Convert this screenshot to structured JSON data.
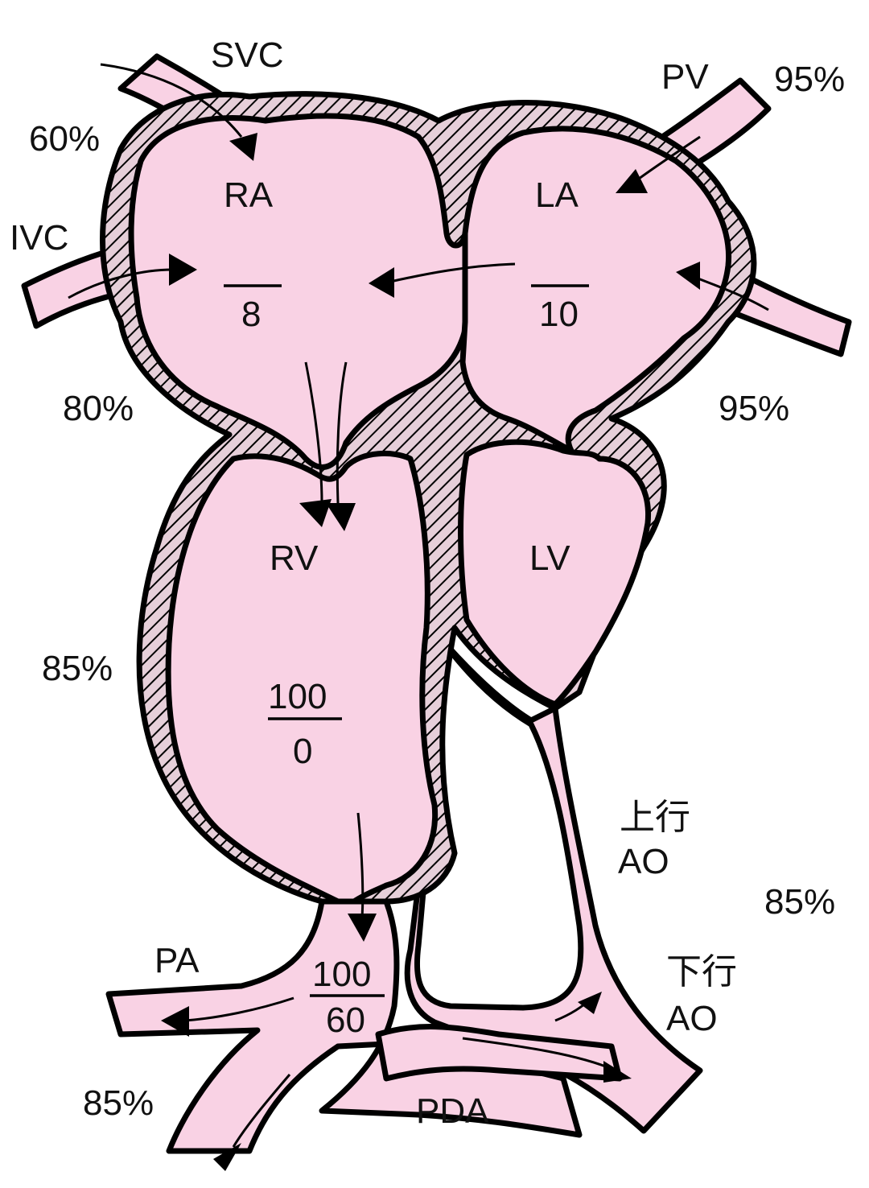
{
  "colors": {
    "blood": "#f9d2e4",
    "wall_fill": "#e6cfd9",
    "outline": "#000000",
    "text": "#111111"
  },
  "vessels": {
    "svc": "SVC",
    "ivc": "IVC",
    "pv": "PV",
    "pa": "PA",
    "pda": "PDA",
    "ascending_ao": [
      "上行",
      "AO"
    ],
    "descending_ao": [
      "下行",
      "AO"
    ]
  },
  "chambers": {
    "ra": {
      "label": "RA",
      "pressure": "8"
    },
    "la": {
      "label": "LA",
      "pressure": "10"
    },
    "rv": {
      "label": "RV",
      "pressure_systolic": "100",
      "pressure_diastolic": "0"
    },
    "lv": {
      "label": "LV"
    },
    "pa_pressure": {
      "systolic": "100",
      "diastolic": "60"
    }
  },
  "saturations": {
    "svc": "60%",
    "pv_top": "95%",
    "ra": "80%",
    "la": "95%",
    "rv": "85%",
    "aorta": "85%",
    "pa": "85%"
  }
}
